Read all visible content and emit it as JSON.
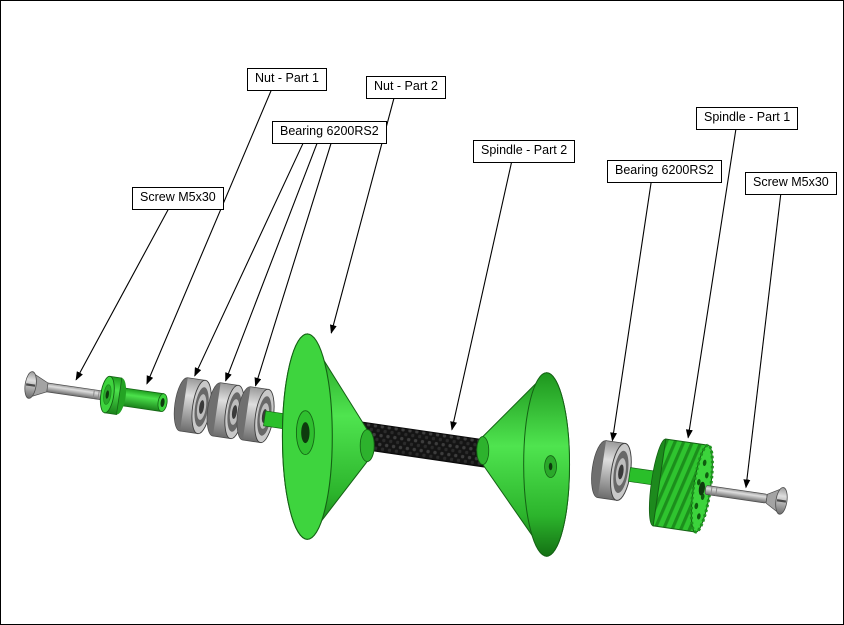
{
  "labels": {
    "screw_left": "Screw M5x30",
    "nut_part_1": "Nut - Part 1",
    "bearing_left": "Bearing 6200RS2",
    "nut_part_2": "Nut - Part 2",
    "spindle_part_2": "Spindle - Part 2",
    "bearing_right": "Bearing 6200RS2",
    "spindle_part_1": "Spindle - Part 1",
    "screw_right": "Screw M5x30"
  },
  "parts": [
    {
      "name": "screw-m5x30-left",
      "label": "Screw M5x30",
      "color": "#a8a8a8"
    },
    {
      "name": "nut-part-1",
      "label": "Nut - Part 1",
      "color": "#2fc42f"
    },
    {
      "name": "bearing-6200rs2-left-group",
      "label": "Bearing 6200RS2",
      "count": 3,
      "color": "#a8a8a8"
    },
    {
      "name": "nut-part-2",
      "label": "Nut - Part 2",
      "color": "#2fc42f"
    },
    {
      "name": "spindle-part-2",
      "label": "Spindle - Part 2",
      "color": "#2fc42f"
    },
    {
      "name": "bearing-6200rs2-right",
      "label": "Bearing 6200RS2",
      "count": 1,
      "color": "#a8a8a8"
    },
    {
      "name": "spindle-part-1",
      "label": "Spindle - Part 1",
      "color": "#2fc42f"
    },
    {
      "name": "screw-m5x30-right",
      "label": "Screw M5x30",
      "color": "#a8a8a8"
    }
  ],
  "colors": {
    "background": "#ffffff",
    "part_green": "#2fc42f",
    "metal_gray": "#a8a8a8",
    "thread_dark": "#141414",
    "outline": "#000000"
  }
}
